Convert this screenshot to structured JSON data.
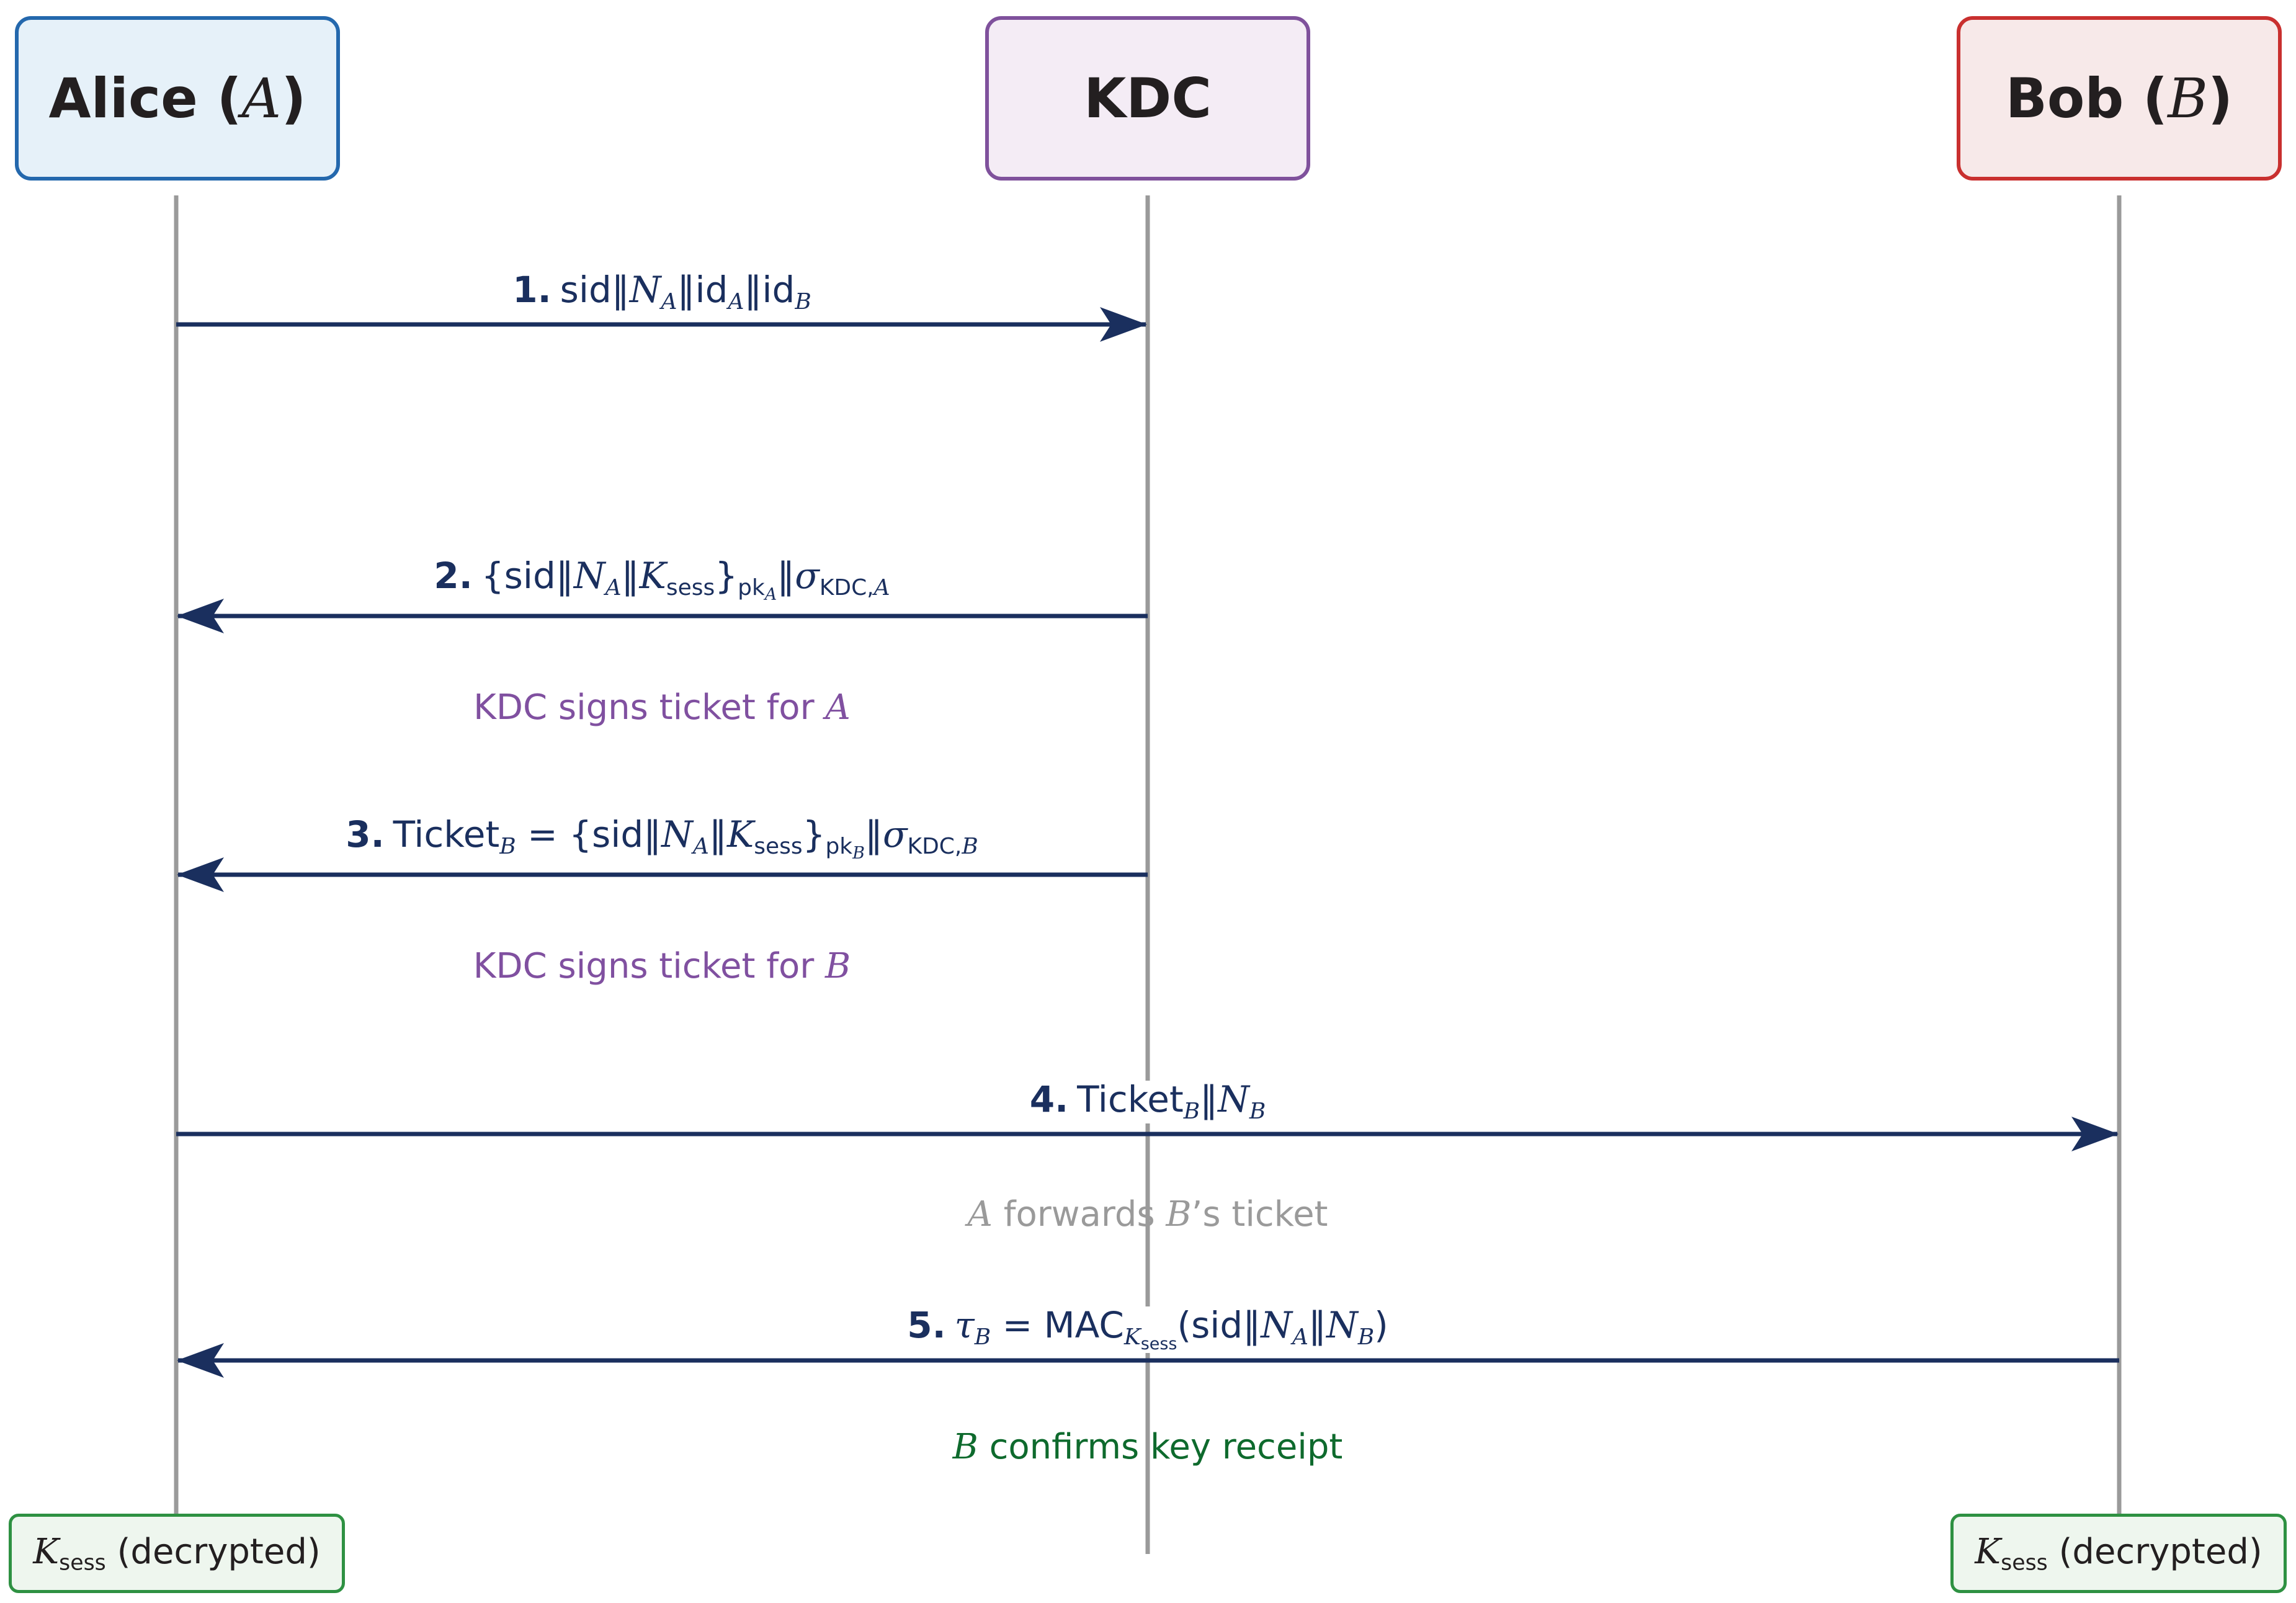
{
  "participants": {
    "alice": {
      "name": "Alice",
      "symbol": "A"
    },
    "kdc": {
      "name": "KDC"
    },
    "bob": {
      "name": "Bob",
      "symbol": "B"
    }
  },
  "messages": [
    {
      "step": "1.",
      "label": "sid‖N_A‖id_A‖id_B"
    },
    {
      "step": "2.",
      "label": "{sid‖N_A‖K_sess}_pk_A‖σ_KDC,A"
    },
    {
      "step": "3.",
      "label": "Ticket_B = {sid‖N_A‖K_sess}_pk_B‖σ_KDC,B"
    },
    {
      "step": "4.",
      "label": "Ticket_B‖N_B"
    },
    {
      "step": "5.",
      "label": "τ_B = MAC_K_sess(sid‖N_A‖N_B)"
    }
  ],
  "notes": {
    "kdc_signs_a": "KDC signs ticket for A",
    "kdc_signs_b": "KDC signs ticket for B",
    "a_forwards": "A forwards B's ticket",
    "b_confirms": "B confirms key receipt"
  },
  "end_states": {
    "alice": "K_sess (decrypted)",
    "bob": "K_sess (decrypted)"
  },
  "colors": {
    "alice_border": "#2468ad",
    "kdc_border": "#7f519c",
    "bob_border": "#c9302f",
    "arrow": "#1a2f5e",
    "lifeline": "#9a9a9a",
    "end_border": "#2e9142"
  }
}
